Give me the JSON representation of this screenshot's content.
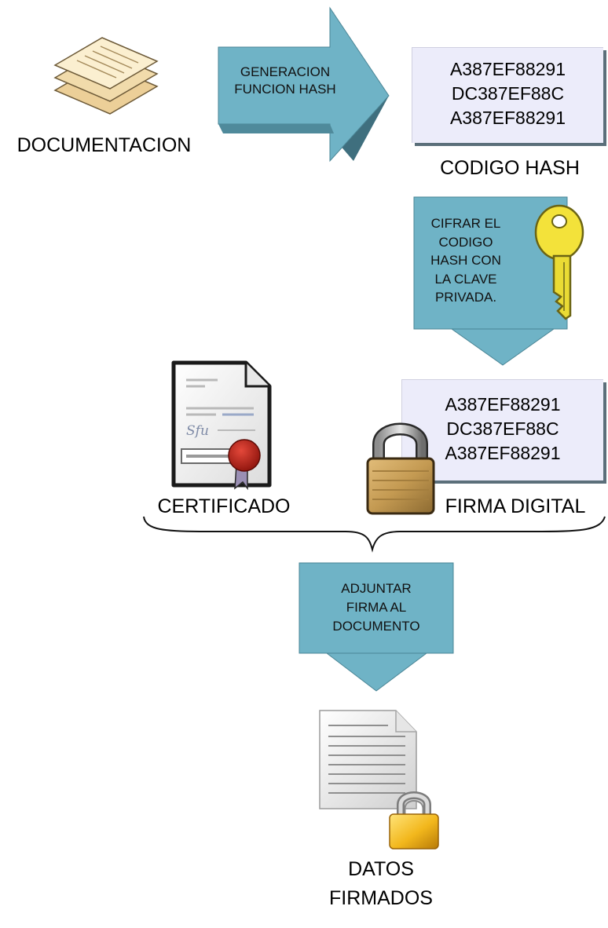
{
  "documentation_label": "DOCUMENTACION",
  "hash_arrow_lines": [
    "GENERACION",
    "FUNCION HASH"
  ],
  "hash_code_lines": [
    "A387EF88291",
    "DC387EF88C",
    "A387EF88291"
  ],
  "hash_code_label": "CODIGO HASH",
  "encrypt_lines": [
    "CIFRAR EL",
    "CODIGO",
    "HASH CON",
    "LA CLAVE",
    "PRIVADA."
  ],
  "signature_lines": [
    "A387EF88291",
    "DC387EF88C",
    "A387EF88291"
  ],
  "certificate_label": "CERTIFICADO",
  "signature_label": "FIRMA DIGITAL",
  "attach_lines": [
    "ADJUNTAR",
    "FIRMA AL",
    "DOCUMENTO"
  ],
  "signed_data_lines": [
    "DATOS",
    "FIRMADOS"
  ],
  "colors": {
    "arrow_fill": "#6fb3c6",
    "arrow_dark": "#3f6f7e",
    "hash_box": "#ececfa",
    "key": "#f3e23a",
    "padlock_body": "#c49a52"
  },
  "icons": [
    "documents-stack-icon",
    "key-icon",
    "certificate-icon",
    "padlock-icon",
    "locked-document-icon"
  ]
}
